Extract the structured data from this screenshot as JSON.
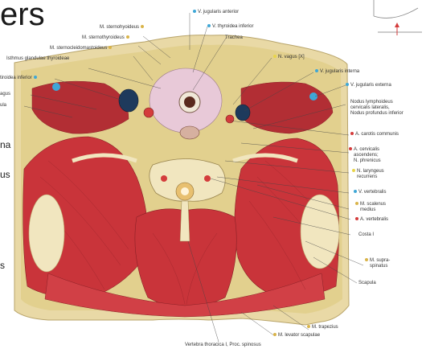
{
  "slide": {
    "heading_fragment": "ers",
    "left_fragments": [
      "na",
      "us",
      "s"
    ]
  },
  "labels_top": [
    {
      "text": "V. jugularis anterior",
      "color": "#3fa7d6"
    },
    {
      "text": "M. sternohyoideus",
      "color": "#d9b44a"
    },
    {
      "text": "V. thyroidea inferior",
      "color": "#3fa7d6"
    },
    {
      "text": "M. sternothyroideus",
      "color": "#d9b44a"
    },
    {
      "text": "Trachea",
      "color": ""
    },
    {
      "text": "M. sternocleidomastoideus",
      "color": "#d9b44a"
    },
    {
      "text": "Isthmus glandulae thyroideae",
      "color": ""
    },
    {
      "text": "N. vagus [X]",
      "color": "#e8d44a"
    },
    {
      "text": "V. jugularis interna",
      "color": "#3fa7d6"
    },
    {
      "text": "V. jugularis externa",
      "color": "#3fa7d6"
    }
  ],
  "labels_left": [
    {
      "text": "tiroidea inferior",
      "color": "#3fa7d6"
    },
    {
      "text": "agus",
      "color": ""
    },
    {
      "text": "ula",
      "color": ""
    }
  ],
  "labels_right": [
    {
      "text": "Nodus lymphoideus\ncervicalis lateralis,\nNodus profundus inferior",
      "color": ""
    },
    {
      "text": "A. carotis communis",
      "color": "#d43c3c"
    },
    {
      "text": "A. cervicalis\nascendens;\nN. phrenicus",
      "color": "#d43c3c"
    },
    {
      "text": "N. laryngeus\nrecurrens",
      "color": "#e8d44a"
    },
    {
      "text": "V. vertebralis",
      "color": "#3fa7d6"
    },
    {
      "text": "M. scalenus\nmedius",
      "color": "#d9b44a"
    },
    {
      "text": "A. vertebralis",
      "color": "#d43c3c"
    },
    {
      "text": "Costa I",
      "color": ""
    },
    {
      "text": "M. supra-\nspinatus",
      "color": "#d9b44a"
    },
    {
      "text": "Scapula",
      "color": ""
    }
  ],
  "labels_bottom": [
    {
      "text": "M. trapezius",
      "color": "#d9b44a"
    },
    {
      "text": "M. levator scapulae",
      "color": "#d9b44a"
    },
    {
      "text": "Vertebra thoracica I, Proc. spinosus",
      "color": ""
    }
  ],
  "palette": {
    "skin": "#e9d9a6",
    "fat": "#e2d08e",
    "muscle": "#c9343a",
    "muscle_dark": "#a82a30",
    "bone": "#f1e6bf",
    "vein": "#3fa7d6",
    "artery": "#d43c3c",
    "thyroid": "#e8c9d8"
  }
}
